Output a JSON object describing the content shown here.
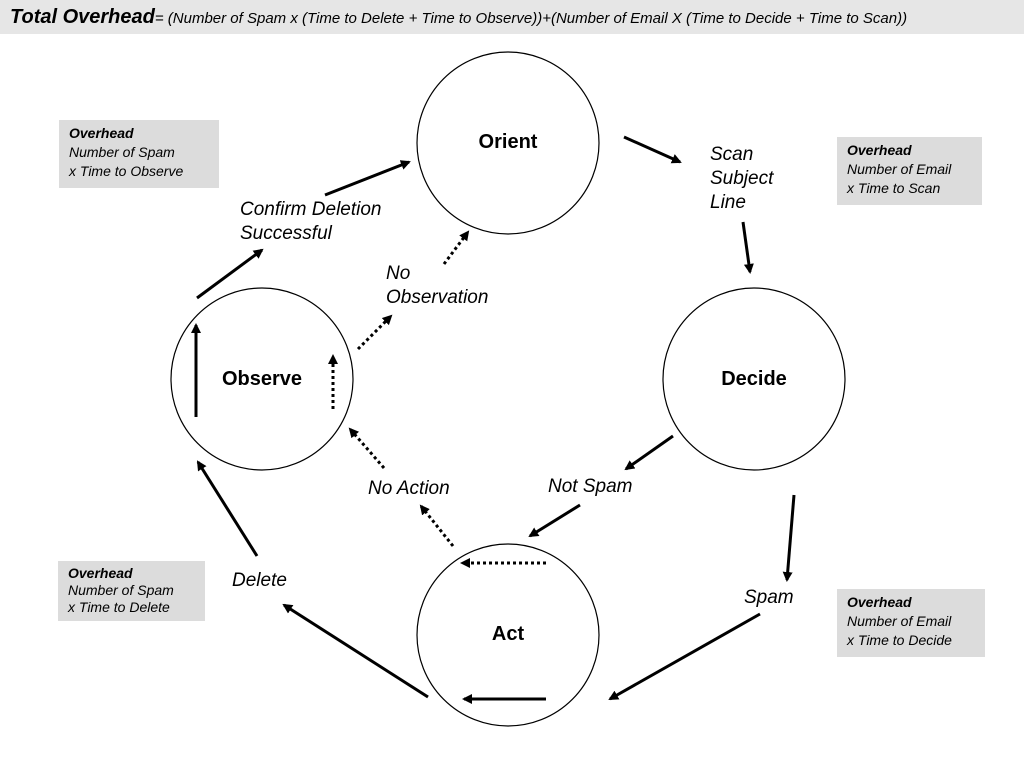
{
  "header": {
    "title": "Total Overhead",
    "formula": "= (Number of Spam x (Time to Delete + Time to Observe))+(Number of Email X (Time to Decide + Time to Scan))"
  },
  "nodes": {
    "orient": "Orient",
    "decide": "Decide",
    "act": "Act",
    "observe": "Observe"
  },
  "edge_labels": {
    "scan_line1": "Scan",
    "scan_line2": "Subject",
    "scan_line3": "Line",
    "confirm_line1": "Confirm Deletion",
    "confirm_line2": "Successful",
    "no_obs_line1": "No",
    "no_obs_line2": "Observation",
    "not_spam": "Not Spam",
    "spam": "Spam",
    "no_action": "No Action",
    "delete": "Delete"
  },
  "overhead_boxes": {
    "observe": {
      "title": "Overhead",
      "line1": "Number of Spam",
      "line2": "x Time to Observe"
    },
    "scan": {
      "title": "Overhead",
      "line1": "Number of Email",
      "line2": "x Time to Scan"
    },
    "delete": {
      "title": "Overhead",
      "line1": "Number of Spam",
      "line2": "x Time to Delete"
    },
    "decide": {
      "title": "Overhead",
      "line1": "Number of Email",
      "line2": "x Time to Decide"
    }
  },
  "colors": {
    "box_fill": "#dcdcdc",
    "header_fill": "#e6e6e6",
    "stroke": "#000000"
  }
}
